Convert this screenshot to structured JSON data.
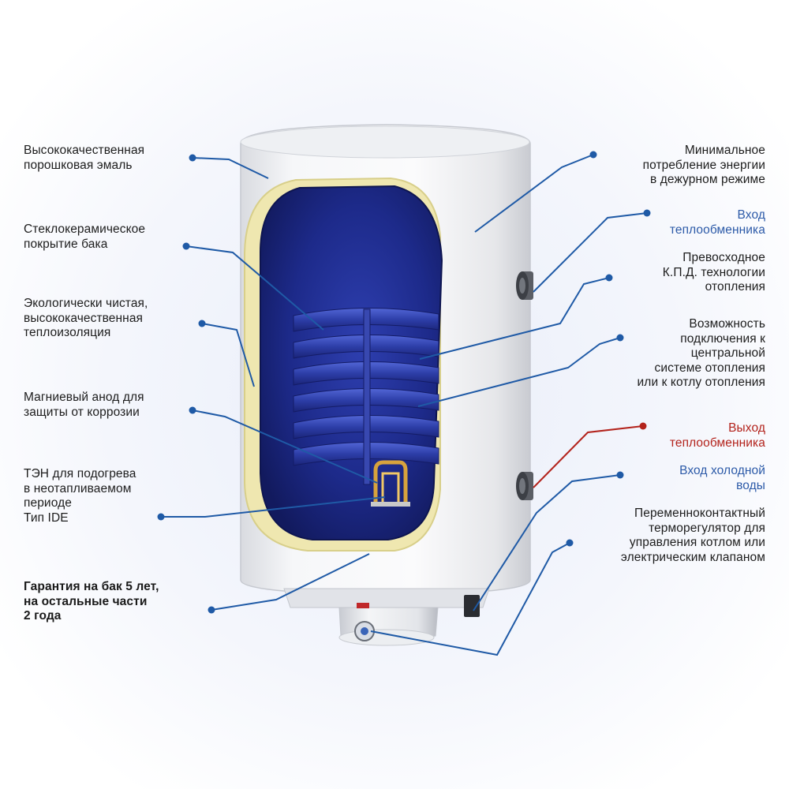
{
  "colors": {
    "leader_line": "#1f5aa6",
    "outlet_line": "#b3231c",
    "tank_inner": "#1e2a8c",
    "tank_body": "#f4f5f7",
    "insulation": "#efe7b0"
  },
  "labels_left": {
    "enamel": "Высококачественная\nпорошковая эмаль",
    "glass_ceramic": "Стеклокерамическое\nпокрытие бака",
    "insulation": "Экологически чистая,\nвысококачественная\nтеплоизоляция",
    "anode": "Магниевый анод для\nзащиты от коррозии",
    "heater": "ТЭН для подогрева\nв неотапливаемом\nпериоде\nТип IDE",
    "warranty": "Гарантия на бак 5 лет,\nна остальные части\n2 года"
  },
  "labels_right": {
    "standby": "Минимальное\nпотребление энергии\nв дежурном режиме",
    "hx_inlet": "Вход\nтеплообменника",
    "efficiency": "Превосходное\nК.П.Д. технологии\nотопления",
    "connection": "Возможность\nподключения к\nцентральной\nсистеме отопления\nили к котлу отопления",
    "hx_outlet": "Выход\nтеплообменника",
    "cold_inlet": "Вход холодной\nводы",
    "thermostat": "Переменноконтактный\nтерморегулятор для\nуправления котлом или\nэлектрическим клапаном"
  }
}
